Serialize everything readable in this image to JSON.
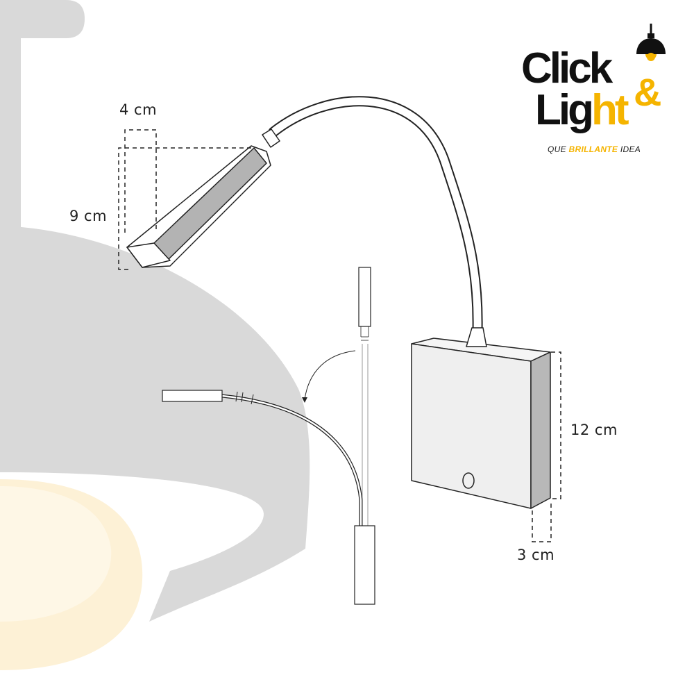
{
  "dimensions": {
    "head_width": "4 cm",
    "head_height": "9 cm",
    "box_height": "12 cm",
    "box_depth": "3 cm"
  },
  "logo": {
    "word1": "Click",
    "ampersand": "&",
    "word2_part1": "Lig",
    "word2_part2": "ht",
    "tagline_pre": "QUE ",
    "tagline_bold": "BRILLANTE",
    "tagline_post": " IDEA",
    "icon": "pendant-lamp-icon"
  },
  "colors": {
    "brand_yellow": "#f5b400",
    "brand_dark": "#111111",
    "watermark_gray": "#d9d9d9",
    "watermark_glow": "#fdf1d6",
    "box_front": "#efefef",
    "box_side": "#b8b8b8",
    "head_inner": "#b3b3b3"
  }
}
